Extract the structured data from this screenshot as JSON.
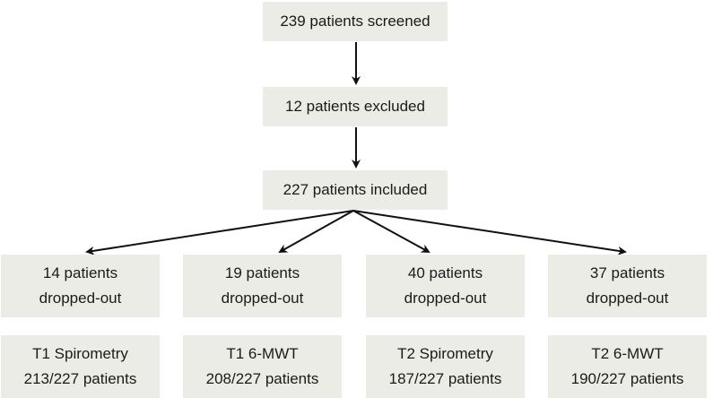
{
  "flow": {
    "screened": "239 patients screened",
    "excluded": "12 patients excluded",
    "included": "227 patients included"
  },
  "branches": [
    {
      "dropout_line1": "14 patients",
      "dropout_line2": "dropped-out",
      "result_line1": "T1 Spirometry",
      "result_line2": "213/227 patients"
    },
    {
      "dropout_line1": "19 patients",
      "dropout_line2": "dropped-out",
      "result_line1": "T1 6-MWT",
      "result_line2": "208/227 patients"
    },
    {
      "dropout_line1": "40 patients",
      "dropout_line2": "dropped-out",
      "result_line1": "T2 Spirometry",
      "result_line2": "187/227 patients"
    },
    {
      "dropout_line1": "37 patients",
      "dropout_line2": "dropped-out",
      "result_line1": "T2 6-MWT",
      "result_line2": "190/227 patients"
    }
  ],
  "colors": {
    "box_fill": "#ecece6",
    "arrow": "#111111"
  }
}
